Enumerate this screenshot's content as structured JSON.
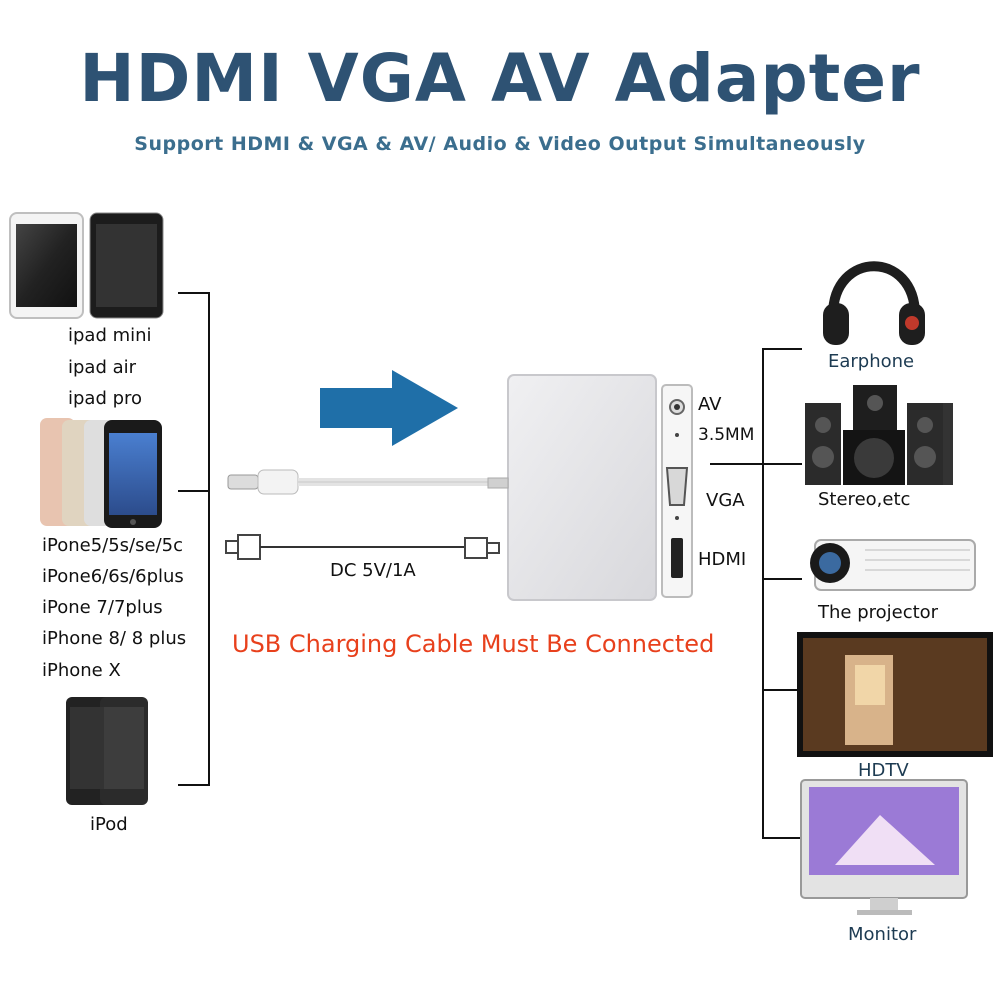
{
  "title": "HDMI VGA AV Adapter",
  "subtitle": "Support HDMI & VGA & AV/ Audio & Video Output Simultaneously",
  "input_devices": {
    "ipad": [
      "ipad mini",
      "ipad air",
      "ipad pro"
    ],
    "iphone": [
      "iPone5/5s/se/5c",
      "iPone6/6s/6plus",
      "iPone 7/7plus",
      "iPhone 8/ 8 plus",
      "iPhone X"
    ],
    "ipod": "iPod"
  },
  "adapter": {
    "ports": {
      "av": "AV",
      "av_size": "3.5MM",
      "vga": "VGA",
      "hdmi": "HDMI"
    },
    "power_label": "DC 5V/1A",
    "warning": "USB Charging Cable Must Be Connected"
  },
  "output_devices": {
    "earphone": "Earphone",
    "stereo": "Stereo,etc",
    "projector": "The projector",
    "hdtv": "HDTV",
    "monitor": "Monitor"
  },
  "colors": {
    "title": "#2e5273",
    "arrow": "#1f6fa8",
    "warning": "#e8401c"
  }
}
